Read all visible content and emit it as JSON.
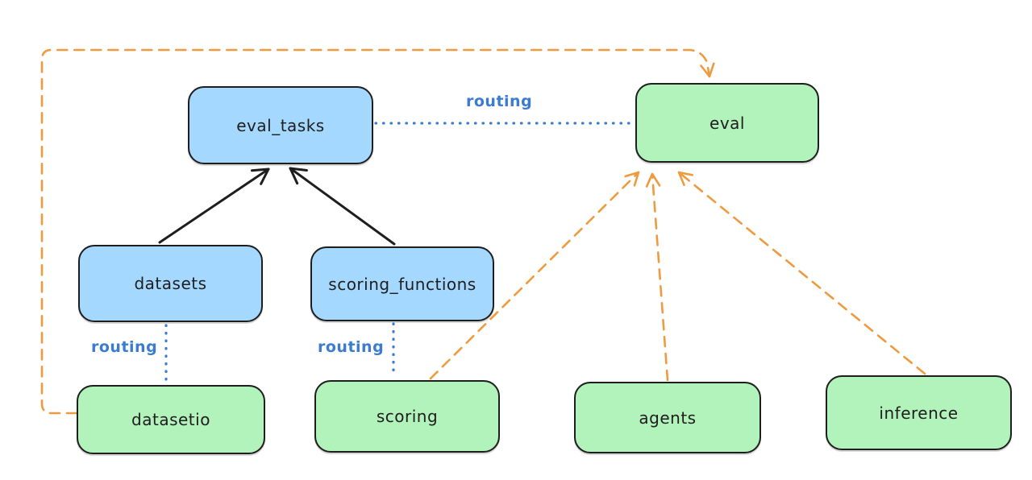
{
  "diagram": {
    "nodes": {
      "eval_tasks": {
        "label": "eval_tasks",
        "fill": "#a5d8ff"
      },
      "eval": {
        "label": "eval",
        "fill": "#b2f2bb"
      },
      "datasets": {
        "label": "datasets",
        "fill": "#a5d8ff"
      },
      "scoring_functions": {
        "label": "scoring_functions",
        "fill": "#a5d8ff"
      },
      "datasetio": {
        "label": "datasetio",
        "fill": "#b2f2bb"
      },
      "scoring": {
        "label": "scoring",
        "fill": "#b2f2bb"
      },
      "agents": {
        "label": "agents",
        "fill": "#b2f2bb"
      },
      "inference": {
        "label": "inference",
        "fill": "#b2f2bb"
      }
    },
    "labels": {
      "routing_top": {
        "text": "routing"
      },
      "routing_datasets": {
        "text": "routing"
      },
      "routing_scoring": {
        "text": "routing"
      }
    },
    "edges": [
      {
        "from": "datasets",
        "to": "eval_tasks",
        "style": "solid-arrow",
        "color": "#1e1e1e"
      },
      {
        "from": "scoring_functions",
        "to": "eval_tasks",
        "style": "solid-arrow",
        "color": "#1e1e1e"
      },
      {
        "from": "eval_tasks",
        "to": "eval",
        "style": "dotted",
        "color": "#3b7cd1",
        "label": "routing"
      },
      {
        "from": "datasets",
        "to": "datasetio",
        "style": "dotted",
        "color": "#3b7cd1",
        "label": "routing"
      },
      {
        "from": "scoring_functions",
        "to": "scoring",
        "style": "dotted",
        "color": "#3b7cd1",
        "label": "routing"
      },
      {
        "from": "datasetio",
        "to": "eval",
        "style": "dashed-arrow",
        "color": "#ee9b3f"
      },
      {
        "from": "scoring",
        "to": "eval",
        "style": "dashed-arrow",
        "color": "#ee9b3f"
      },
      {
        "from": "agents",
        "to": "eval",
        "style": "dashed-arrow",
        "color": "#ee9b3f"
      },
      {
        "from": "inference",
        "to": "eval",
        "style": "dashed-arrow",
        "color": "#ee9b3f"
      }
    ],
    "colors": {
      "blue_node_fill": "#a5d8ff",
      "green_node_fill": "#b2f2bb",
      "node_stroke": "#1e1e1e",
      "orange_edge": "#ee9b3f",
      "blue_edge": "#3b7cd1",
      "black_edge": "#1e1e1e",
      "background": "#ffffff"
    }
  }
}
